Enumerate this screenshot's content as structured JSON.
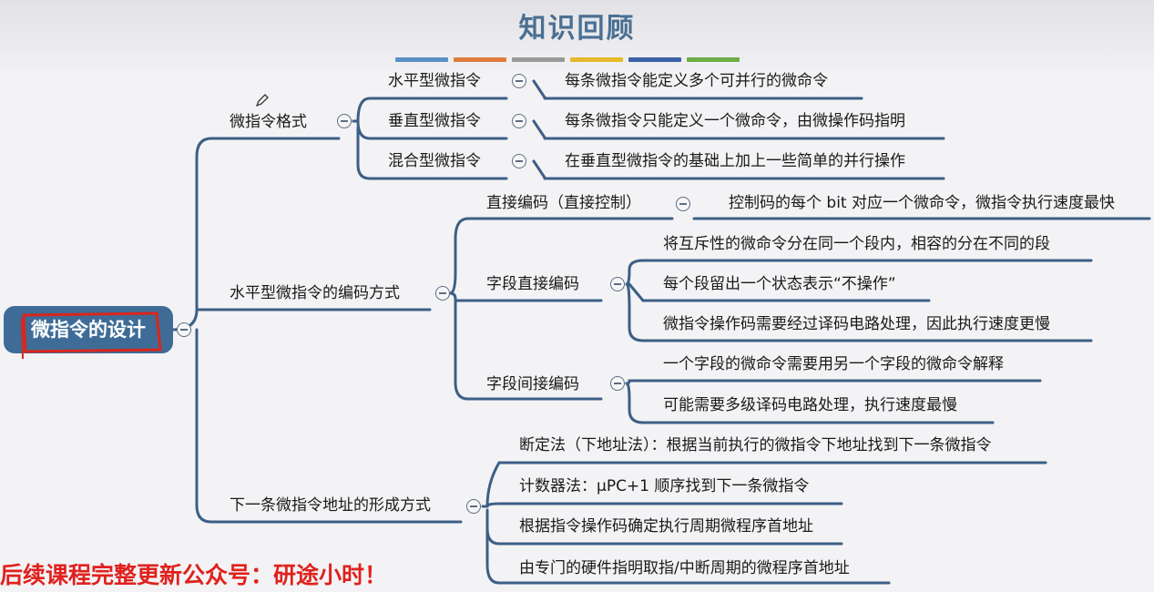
{
  "header": {
    "title": "知识回顾",
    "bar_colors": [
      "#5b8fc6",
      "#e07c3e",
      "#9a9a9a",
      "#e7b92b",
      "#3b62a8",
      "#6cae45"
    ]
  },
  "mindmap": {
    "root": "微指令的设计",
    "branches": [
      {
        "label": "微指令格式",
        "children": [
          {
            "label": "水平型微指令",
            "detail": "每条微指令能定义多个可并行的微命令"
          },
          {
            "label": "垂直型微指令",
            "detail": "每条微指令只能定义一个微命令，由微操作码指明"
          },
          {
            "label": "混合型微指令",
            "detail": "在垂直型微指令的基础上加上一些简单的并行操作"
          }
        ]
      },
      {
        "label": "水平型微指令的编码方式",
        "children": [
          {
            "label": "直接编码（直接控制）",
            "details": [
              "控制码的每个 bit 对应一个微命令，微指令执行速度最快"
            ]
          },
          {
            "label": "字段直接编码",
            "details": [
              "将互斥性的微命令分在同一个段内，相容的分在不同的段",
              "每个段留出一个状态表示“不操作”",
              "微指令操作码需要经过译码电路处理，因此执行速度更慢"
            ]
          },
          {
            "label": "字段间接编码",
            "details": [
              "一个字段的微命令需要用另一个字段的微命令解释",
              "可能需要多级译码电路处理，执行速度最慢"
            ]
          }
        ]
      },
      {
        "label": "下一条微指令地址的形成方式",
        "children": [
          "断定法（下地址法）：根据当前执行的微指令下地址找到下一条微指令",
          "计数器法：μPC+1 顺序找到下一条微指令",
          "根据指令操作码确定执行周期微程序首地址",
          "由专门的硬件指明取指/中断周期的微程序首地址"
        ]
      }
    ]
  },
  "footer": {
    "text": "后续课程完整更新公众号：研途小时！"
  },
  "colors": {
    "line": "#3d5f86",
    "root": "#3f6c97",
    "footer": "#e0211d",
    "title": "#4a6f93"
  }
}
